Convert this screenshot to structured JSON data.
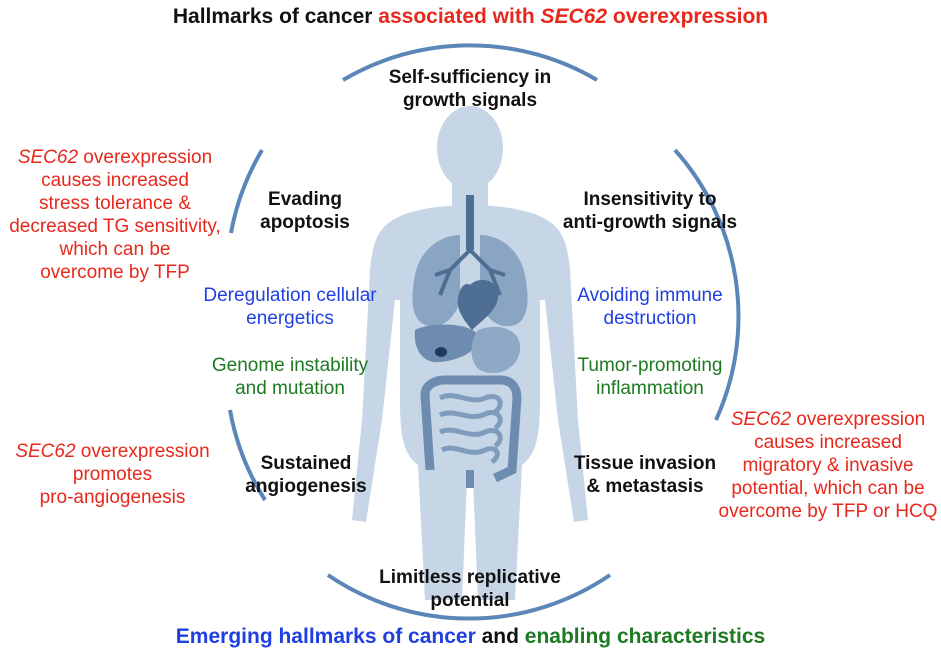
{
  "title": {
    "part1": "Hallmarks of cancer ",
    "part2": "associated with ",
    "gene": "SEC62",
    "part3": " overexpression"
  },
  "hallmarks": {
    "top": [
      "Self-sufficiency in",
      "growth signals"
    ],
    "left_upper": [
      "Evading",
      "apoptosis"
    ],
    "right_upper": [
      "Insensitivity to",
      "anti-growth signals"
    ],
    "left_lower": [
      "Sustained",
      "angiogenesis"
    ],
    "right_lower": [
      "Tissue invasion",
      "& metastasis"
    ],
    "bottom": [
      "Limitless replicative",
      "potential"
    ]
  },
  "emerging": {
    "left": [
      "Deregulation cellular",
      "energetics"
    ],
    "right": [
      "Avoiding immune",
      "destruction"
    ]
  },
  "enabling": {
    "left": [
      "Genome instability",
      "and mutation"
    ],
    "right": [
      "Tumor-promoting",
      "inflammation"
    ]
  },
  "annotations": {
    "upper_left": {
      "gene": "SEC62",
      "first": " overexpression",
      "lines": [
        "causes increased",
        "stress tolerance &",
        "decreased TG sensitivity,",
        "which can be",
        "overcome by TFP"
      ]
    },
    "lower_left": {
      "gene": "SEC62",
      "first": " overexpression",
      "lines": [
        "promotes",
        "pro-angiogenesis"
      ]
    },
    "right": {
      "gene": "SEC62",
      "first": " overexpression",
      "lines": [
        "causes increased",
        "migratory & invasive",
        "potential, which can be",
        "overcome by TFP or HCQ"
      ]
    }
  },
  "footer": {
    "part1": "Emerging hallmarks of cancer",
    "part2": " and ",
    "part3": "enabling characteristics"
  },
  "colors": {
    "circle": "#5b86b8",
    "body": "#c6d6e6",
    "organs": "#7f9cbc",
    "organs_dark": "#4e6f93",
    "red": "#e8281c",
    "blue": "#1f3fe0",
    "green": "#1d7a22"
  },
  "icons": [
    "human-body-illustration"
  ]
}
